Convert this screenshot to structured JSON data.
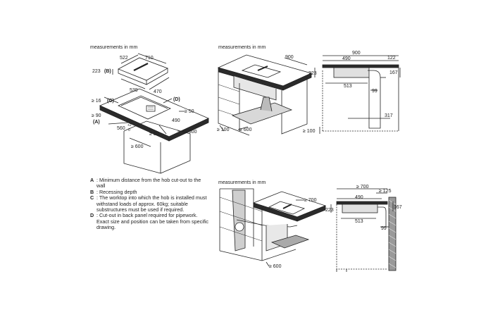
{
  "measurements_label": "measurements in mm",
  "tl": {
    "d522": "522",
    "d710": "710",
    "d223": "223",
    "tagB": "(B)",
    "d539": "539",
    "d470": "470",
    "d16": "≥ 16",
    "tagC": "(C)",
    "tagD": "(D)",
    "d490": "490",
    "d50a": "≥ 50",
    "d90": "≥ 90",
    "tagA": "(A)",
    "d560": "560",
    "d560sup": "+2",
    "d560sub": "0",
    "d50b": "≥ 50",
    "d600a": "≥ 600",
    "d600b": "≥ 600"
  },
  "tr": {
    "d900a": "900",
    "d900b": "900",
    "d490": "490",
    "d122": "122",
    "d223": "223",
    "d167": "167",
    "d513": "513",
    "d99": "99",
    "d317": "317",
    "d100a": "≥ 100",
    "d600": "≥ 600",
    "d100b": "≥ 100"
  },
  "br": {
    "d700a": "≥ 700",
    "d700b": "≥ 700",
    "d125": "≥ 125",
    "d490": "490",
    "d223": "223",
    "d167": "167",
    "d513": "513",
    "d99": "99",
    "d600": "≥ 600"
  },
  "legend": [
    {
      "key": "A",
      "text": ": Minimum distance from the hob cut-out to the wall"
    },
    {
      "key": "B",
      "text": ": Recessing depth"
    },
    {
      "key": "C",
      "text": ": The worktop into which the hob is installed must withstand loads of approx. 60kg; suitable substructures must be used if required."
    },
    {
      "key": "D",
      "text": ": Cut-out in back panel required for pipework. Exact size and position can be taken from specific drawing."
    }
  ]
}
